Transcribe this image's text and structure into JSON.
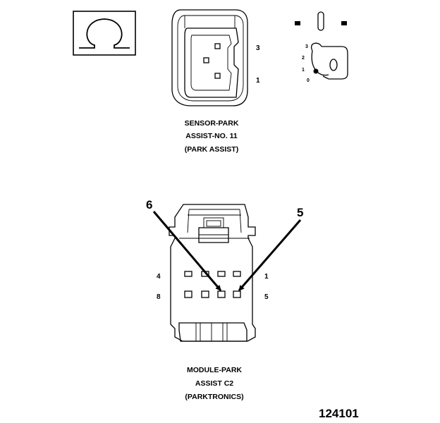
{
  "icons": {
    "ohmmeter": "ohm-icon",
    "ignition": "ignition-key-icon"
  },
  "ignition": {
    "positions": [
      "3",
      "2",
      "1",
      "0"
    ]
  },
  "sensor": {
    "pins": {
      "top": "3",
      "bottom": "1"
    },
    "caption": [
      "SENSOR-PARK",
      "ASSIST-NO. 11",
      "(PARK ASSIST)"
    ]
  },
  "module": {
    "pins": {
      "upper_left": "4",
      "upper_right": "1",
      "lower_left": "8",
      "lower_right": "5"
    },
    "callouts": {
      "left": "6",
      "right": "5"
    },
    "caption": [
      "MODULE-PARK",
      "ASSIST C2",
      "(PARKTRONICS)"
    ]
  },
  "figure_number": "124101",
  "colors": {
    "ink": "#000000",
    "background": "#ffffff"
  }
}
